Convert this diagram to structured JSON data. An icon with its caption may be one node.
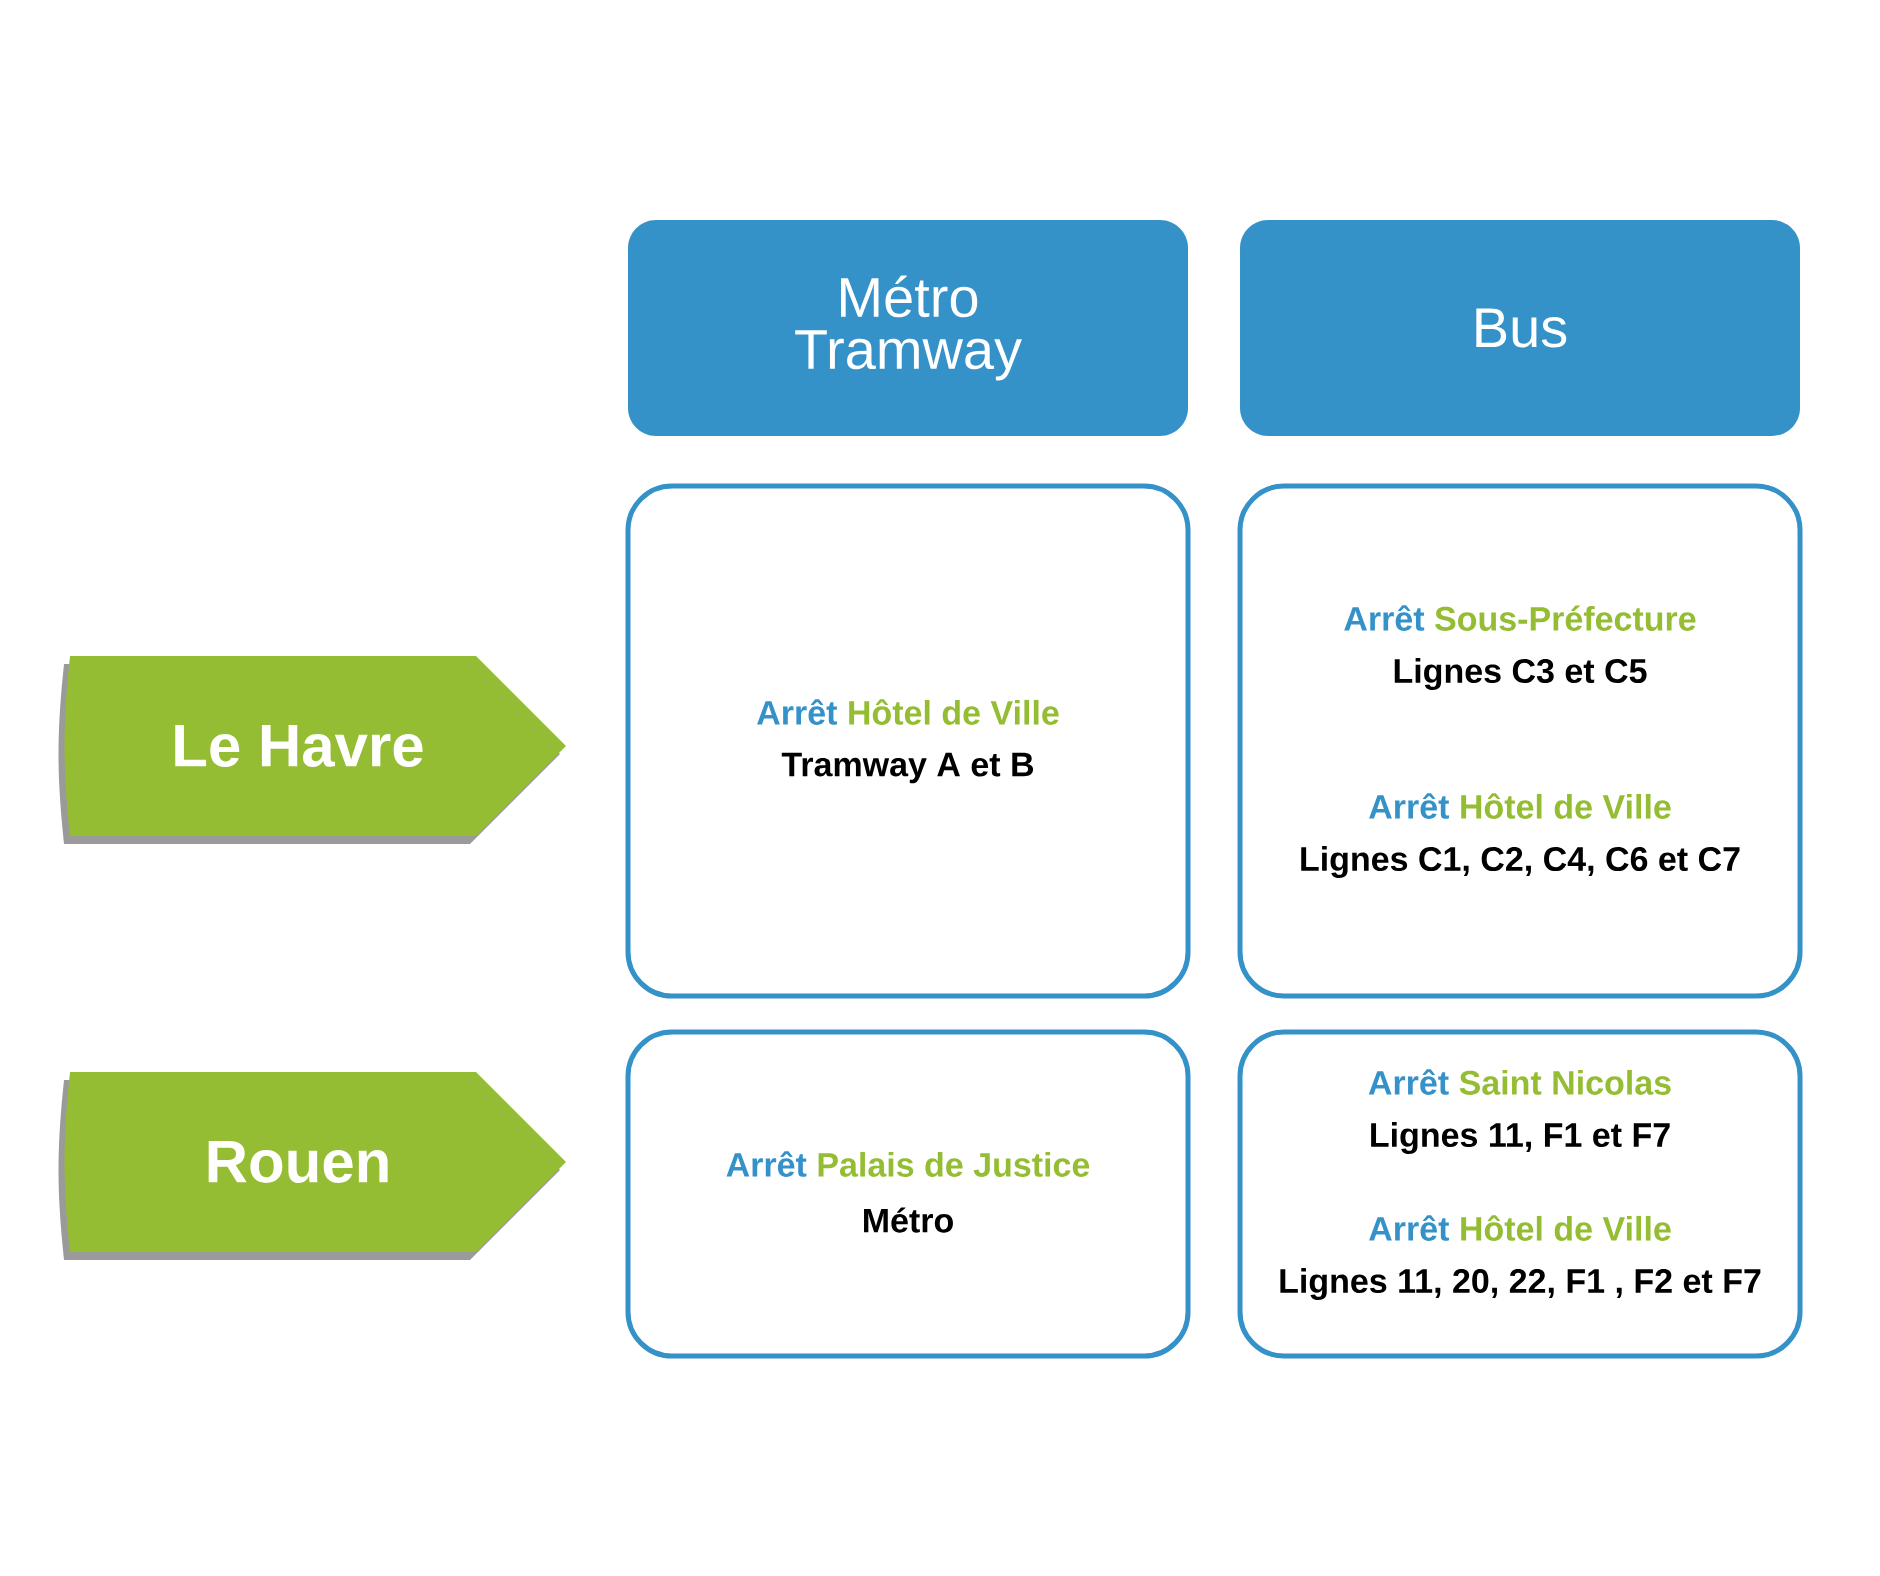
{
  "diagram": {
    "nodes": [
      {
        "text": [
          "Métro Tramway"
        ]
      },
      {
        "text": [
          "Bus"
        ]
      },
      {
        "text": [
          "Le Havre"
        ]
      },
      {
        "text": [
          "Arrêt",
          "Hôtel de Ville",
          "Tramway A et B"
        ]
      },
      {
        "text": [
          "Arrêt",
          "Sous-Préfecture",
          "Lignes C3 et C5",
          "Arrêt",
          "Hôtel de Ville",
          "Lignes C1, C2, C4, C6 et C7"
        ]
      },
      {
        "text": [
          "Rouen"
        ]
      },
      {
        "text": [
          "Arrêt",
          "Palais de Justice",
          "Métro"
        ]
      },
      {
        "text": [
          "Arrêt",
          "Saint Nicolas",
          "Lignes 11, F1 et F7",
          "Arrêt",
          "Hôtel de Ville",
          "Lignes 11, 20, 22, F1 , F2 et F7"
        ]
      }
    ],
    "edges": []
  }
}
